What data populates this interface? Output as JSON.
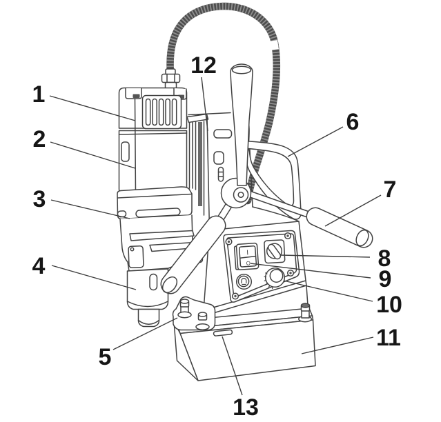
{
  "figure": {
    "type": "technical-line-diagram",
    "background_color": "#ffffff",
    "line_color": "#414141",
    "label_color": "#161616",
    "callouts": [
      {
        "number": "1"
      },
      {
        "number": "2"
      },
      {
        "number": "3"
      },
      {
        "number": "4"
      },
      {
        "number": "5"
      },
      {
        "number": "6"
      },
      {
        "number": "7"
      },
      {
        "number": "8"
      },
      {
        "number": "9"
      },
      {
        "number": "10"
      },
      {
        "number": "11"
      },
      {
        "number": "12"
      },
      {
        "number": "13"
      }
    ],
    "control_panel": {
      "power_switch_on_marking": "I",
      "power_switch_off_marking": "O"
    }
  }
}
